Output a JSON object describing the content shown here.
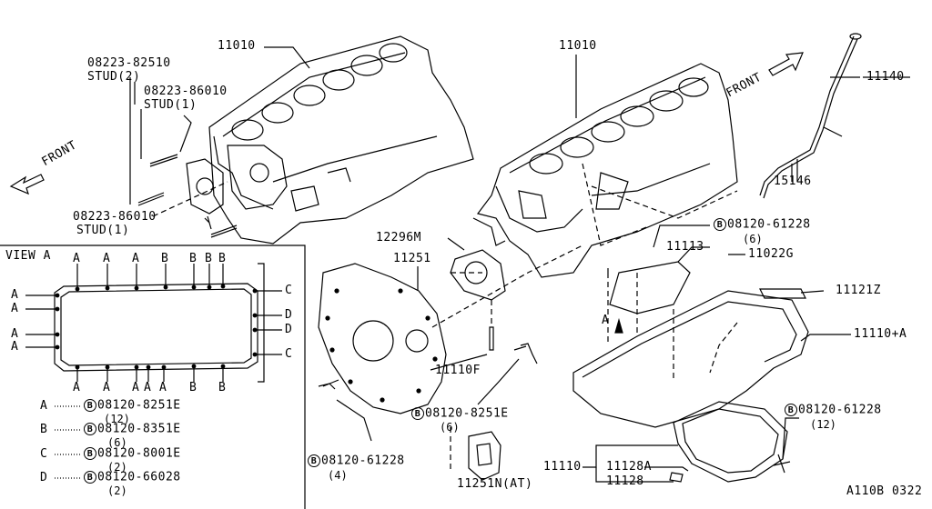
{
  "diagram": {
    "part_labels": {
      "block_left": "11010",
      "block_right": "11010",
      "stud_upper_part": "08223-82510",
      "stud_upper_name": "STUD(2)",
      "stud_mid_part": "08223-86010",
      "stud_mid_name": "STUD(1)",
      "stud_low_part": "08223-86010",
      "stud_low_name": "STUD(1)",
      "front_left": "FRONT",
      "front_right": "FRONT",
      "dipstick": "11140",
      "guide": "15146",
      "bolt_top_right": "08120-61228",
      "bolt_top_right_qty": "(6)",
      "oil_seal": "12296M",
      "rear_plate": "11251",
      "baffle": "11113",
      "plug": "11022G",
      "strainer": "11121Z",
      "oil_pan_assy": "11110+A",
      "bolt_pan_side": "08120-61228",
      "bolt_pan_side_qty": "(12)",
      "stud_11110f": "11110F",
      "bolt_center": "08120-8251E",
      "bolt_center_qty": "(6)",
      "bolt_plate": "08120-61228",
      "bolt_plate_qty": "(4)",
      "cover_at": "11251N(AT)",
      "oil_pan": "11110",
      "drain_washer": "11128A",
      "drain_plug": "11128",
      "view_arrow": "A",
      "diagram_code": "A110B 0322"
    },
    "view_a": {
      "title": "VIEW A",
      "top_letters": [
        "A",
        "A",
        "A",
        "B",
        "B",
        "B",
        "B"
      ],
      "bottom_letters": [
        "A",
        "A",
        "A",
        "A",
        "A",
        "B",
        "B"
      ],
      "left_letters": [
        "A",
        "A",
        "A",
        "A"
      ],
      "right_letters": [
        "C",
        "D",
        "D",
        "C"
      ],
      "legend": [
        {
          "key": "A",
          "part": "08120-8251E",
          "qty": "(12)"
        },
        {
          "key": "B",
          "part": "08120-8351E",
          "qty": "(6)"
        },
        {
          "key": "C",
          "part": "08120-8001E",
          "qty": "(2)"
        },
        {
          "key": "D",
          "part": "08120-66028",
          "qty": "(2)"
        }
      ],
      "bolt_symbol": "B"
    }
  }
}
